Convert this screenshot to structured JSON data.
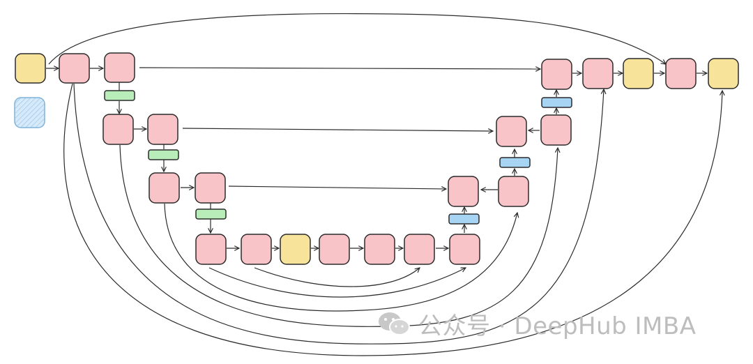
{
  "watermark": {
    "text": "公众号 · DeepHub IMBA",
    "icon": "wechat-icon"
  },
  "colors": {
    "pink": "#f8c4c8",
    "yellow": "#f8e39a",
    "green": "#b8ecb8",
    "blue": "#a8d4f4",
    "hatch": "#cfe6f8",
    "stroke": "#2a2a2a"
  },
  "diagram": {
    "type": "u-shaped neural network block diagram",
    "levels": 4,
    "legend_swatches": [
      "yellow-block",
      "hatched-blue-block"
    ]
  }
}
